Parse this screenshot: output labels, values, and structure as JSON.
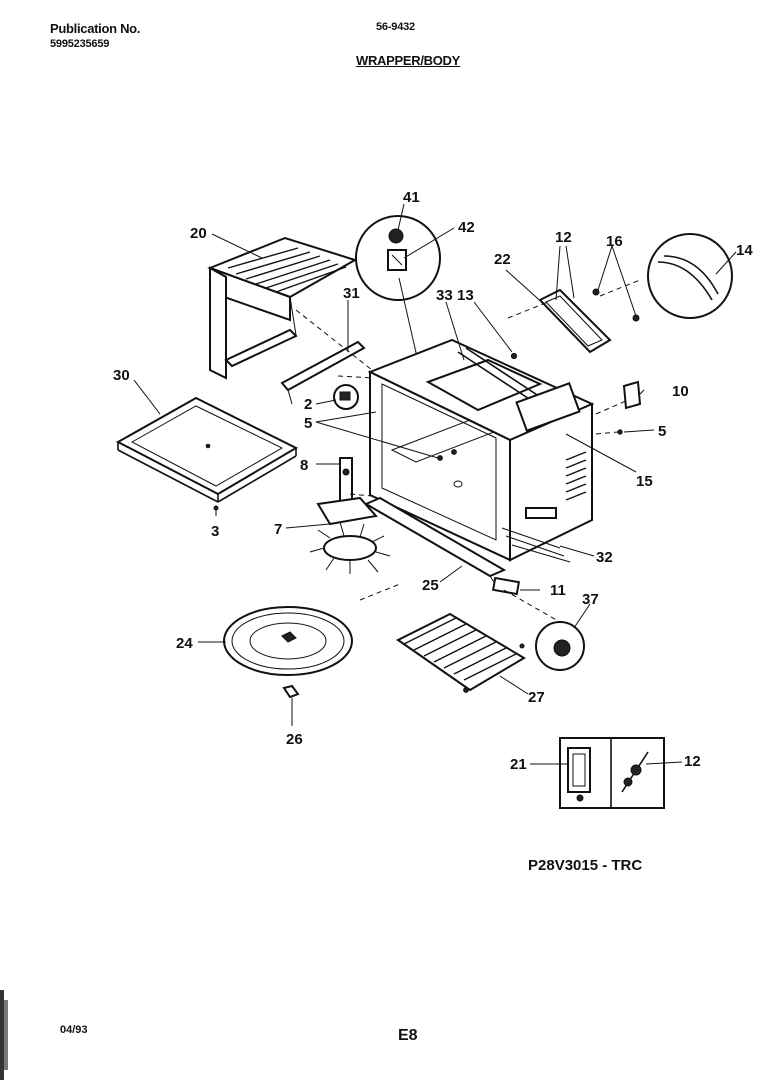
{
  "header": {
    "publication_label": "Publication No.",
    "publication_number": "5995235659",
    "model_code": "56-9432",
    "section_title": "WRAPPER/BODY"
  },
  "callouts": {
    "c41": "41",
    "c42": "42",
    "c20": "20",
    "c31": "31",
    "c33": "33",
    "c13": "13",
    "c22": "22",
    "c12a": "12",
    "c16": "16",
    "c14": "14",
    "c30": "30",
    "c2": "2",
    "c5a": "5",
    "c10": "10",
    "c5b": "5",
    "c15": "15",
    "c8": "8",
    "c3": "3",
    "c7": "7",
    "c32": "32",
    "c25": "25",
    "c11": "11",
    "c37": "37",
    "c24": "24",
    "c27": "27",
    "c26": "26",
    "c21": "21",
    "c12b": "12"
  },
  "diagram_code": "P28V3015 - TRC",
  "footer": {
    "date": "04/93",
    "page": "E8"
  }
}
